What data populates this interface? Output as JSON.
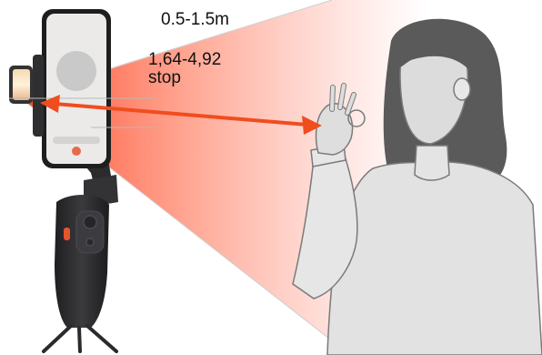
{
  "annotations": {
    "distance_range": "0.5-1.5m",
    "fstop_line1": "1,64-4,92",
    "fstop_line2": "stop"
  },
  "colors": {
    "beam": "#ff4a22",
    "arrow": "#f04d1f",
    "illustration_fill": "#dddddd",
    "illustration_stroke": "#7a7a7a",
    "hair": "#5a5a5a",
    "gimbal": "#2b2b2d",
    "accent_button": "#e8542c"
  },
  "icons": {
    "light": "fill-light-icon",
    "arrow": "double-arrow-icon",
    "hand": "ok-hand-icon"
  }
}
